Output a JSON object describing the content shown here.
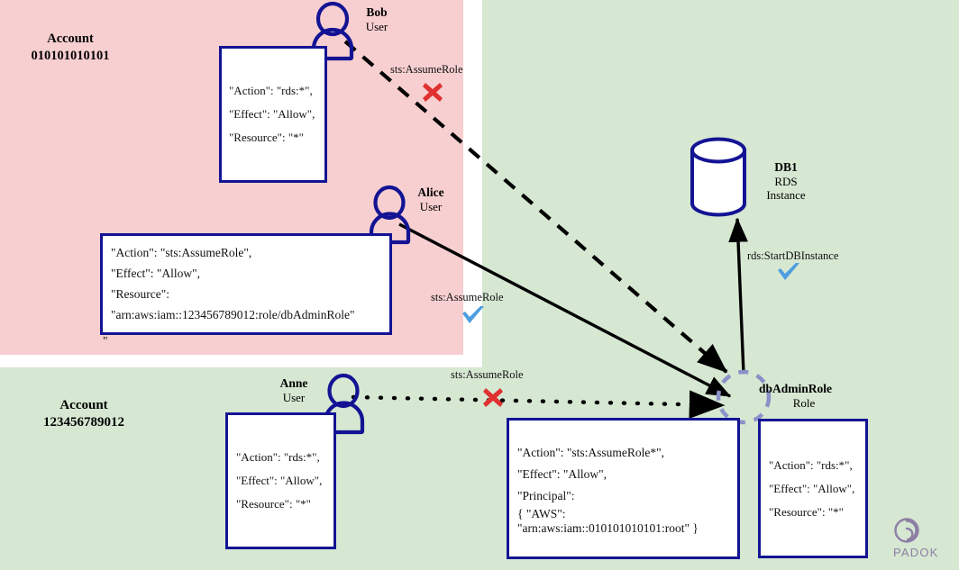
{
  "diagram": {
    "title": "AWS cross-account IAM role assumption",
    "colors": {
      "account_a_bg": "#f7cfd0",
      "account_b_bg": "#d6e7d2",
      "box_border": "#131394",
      "node_stroke": "#131394",
      "role_stroke": "#8a92c8",
      "allow_check": "#4d9de0",
      "deny_cross": "#e03131",
      "watermark": "#8d7fa4"
    }
  },
  "accounts": {
    "a": {
      "kind": "Account",
      "id": "010101010101"
    },
    "b": {
      "kind": "Account",
      "id": "123456789012"
    }
  },
  "nodes": {
    "bob": {
      "name": "Bob",
      "type": "User"
    },
    "alice": {
      "name": "Alice",
      "type": "User"
    },
    "anne": {
      "name": "Anne",
      "type": "User"
    },
    "db1": {
      "name": "DB1",
      "type_line1": "RDS",
      "type_line2": "Instance"
    },
    "role": {
      "name": "dbAdminRole",
      "type": "Role"
    }
  },
  "policies": {
    "bob": {
      "lines": [
        "\"Action\": \"rds:*\",",
        "\"Effect\": \"Allow\",",
        "\"Resource\": \"*\""
      ]
    },
    "alice": {
      "lines": [
        "\"Action\": \"sts:AssumeRole\",",
        "\"Effect\": \"Allow\",",
        "\"Resource\":",
        "\"arn:aws:iam::123456789012:role/dbAdminRole\""
      ],
      "stray_quote": "\""
    },
    "anne": {
      "lines": [
        "\"Action\": \"rds:*\",",
        "\"Effect\": \"Allow\",",
        "\"Resource\": \"*\""
      ]
    },
    "trust": {
      "lines": [
        "\"Action\": \"sts:AssumeRole*\",",
        "\"Effect\": \"Allow\",",
        "\"Principal\":"
      ],
      "principal_line1": "{ \"AWS\":",
      "principal_line2": "\"arn:aws:iam::010101010101:root\" }"
    },
    "role": {
      "lines": [
        "\"Action\": \"rds:*\",",
        "\"Effect\": \"Allow\",",
        "\"Resource\": \"*\""
      ]
    }
  },
  "edges": {
    "bob_to_role": {
      "label": "sts:AssumeRole",
      "result": "denied",
      "style": "dashed"
    },
    "alice_to_role": {
      "label": "sts:AssumeRole",
      "result": "allowed",
      "style": "solid"
    },
    "anne_to_role": {
      "label": "sts:AssumeRole",
      "result": "denied",
      "style": "dotted"
    },
    "role_to_db1": {
      "label": "rds:StartDBInstance",
      "result": "allowed",
      "style": "solid"
    }
  },
  "watermark": {
    "text": "PADOK",
    "logo": "spiral-circle-icon"
  }
}
